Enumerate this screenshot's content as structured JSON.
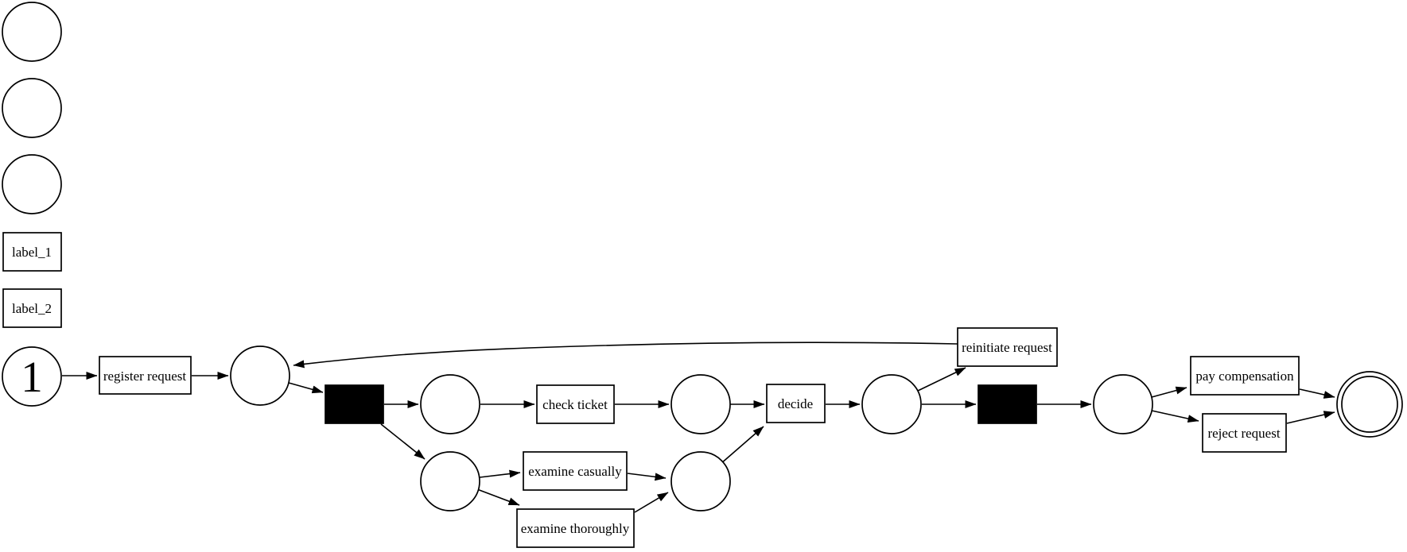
{
  "diagram": {
    "type": "petri_net",
    "initial_marking": "1",
    "legend": {
      "unlabeled_place_circles": 3,
      "labels": [
        "label_1",
        "label_2"
      ]
    },
    "transitions": {
      "register_request": "register request",
      "check_ticket": "check ticket",
      "examine_casually": "examine casually",
      "examine_thoroughly": "examine thoroughly",
      "decide": "decide",
      "reinitiate_request": "reinitiate request",
      "pay_compensation": "pay compensation",
      "reject_request": "reject request"
    },
    "silent_transitions": 2,
    "places": 9,
    "colors": {
      "stroke": "#000000",
      "node_fill": "#ffffff",
      "silent_transition_fill": "#000000",
      "background": "#ffffff"
    },
    "arcs": [
      {
        "from": "start",
        "to": "register request"
      },
      {
        "from": "register request",
        "to": "p1"
      },
      {
        "from": "p1",
        "to": "silent split"
      },
      {
        "from": "silent split",
        "to": "p2"
      },
      {
        "from": "silent split",
        "to": "p3"
      },
      {
        "from": "p2",
        "to": "check ticket"
      },
      {
        "from": "check ticket",
        "to": "p4"
      },
      {
        "from": "p3",
        "to": "examine casually"
      },
      {
        "from": "p3",
        "to": "examine thoroughly"
      },
      {
        "from": "examine casually",
        "to": "p5"
      },
      {
        "from": "examine thoroughly",
        "to": "p5"
      },
      {
        "from": "p4",
        "to": "decide"
      },
      {
        "from": "p5",
        "to": "decide"
      },
      {
        "from": "decide",
        "to": "p6"
      },
      {
        "from": "p6",
        "to": "reinitiate request"
      },
      {
        "from": "reinitiate request",
        "to": "p1"
      },
      {
        "from": "p6",
        "to": "silent join"
      },
      {
        "from": "silent join",
        "to": "p7"
      },
      {
        "from": "p7",
        "to": "pay compensation"
      },
      {
        "from": "p7",
        "to": "reject request"
      },
      {
        "from": "pay compensation",
        "to": "end"
      },
      {
        "from": "reject request",
        "to": "end"
      }
    ]
  }
}
